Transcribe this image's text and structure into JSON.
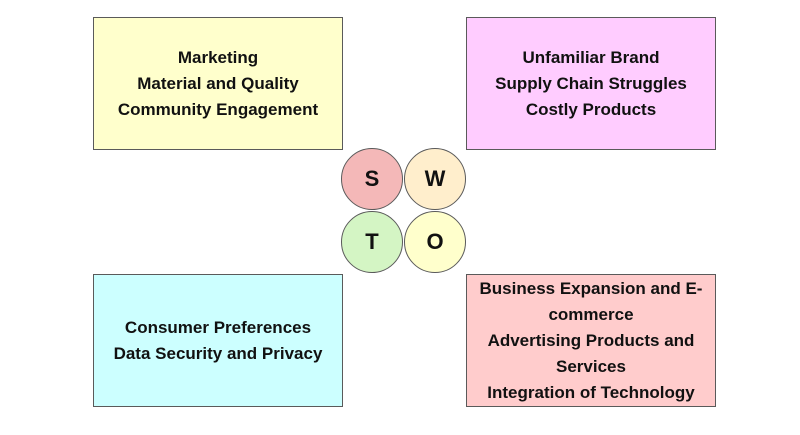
{
  "swot": {
    "strengths": {
      "letter": "S",
      "color": "#ffffcc",
      "circle_color": "#f4b8b8",
      "items": [
        "Marketing",
        "Material and Quality",
        "Community Engagement"
      ]
    },
    "weaknesses": {
      "letter": "W",
      "color": "#ffccff",
      "circle_color": "#ffeecc",
      "items": [
        "Unfamiliar Brand",
        "Supply Chain Struggles",
        "Costly Products"
      ]
    },
    "threats": {
      "letter": "T",
      "color": "#ccffff",
      "circle_color": "#d4f5c4",
      "items": [
        "Consumer Preferences",
        "Data Security and Privacy"
      ]
    },
    "opportunities": {
      "letter": "O",
      "color": "#ffcccc",
      "circle_color": "#ffffcc",
      "items": [
        "Business Expansion and E-commerce",
        "Advertising Products and Services",
        "Integration of Technology"
      ]
    }
  }
}
